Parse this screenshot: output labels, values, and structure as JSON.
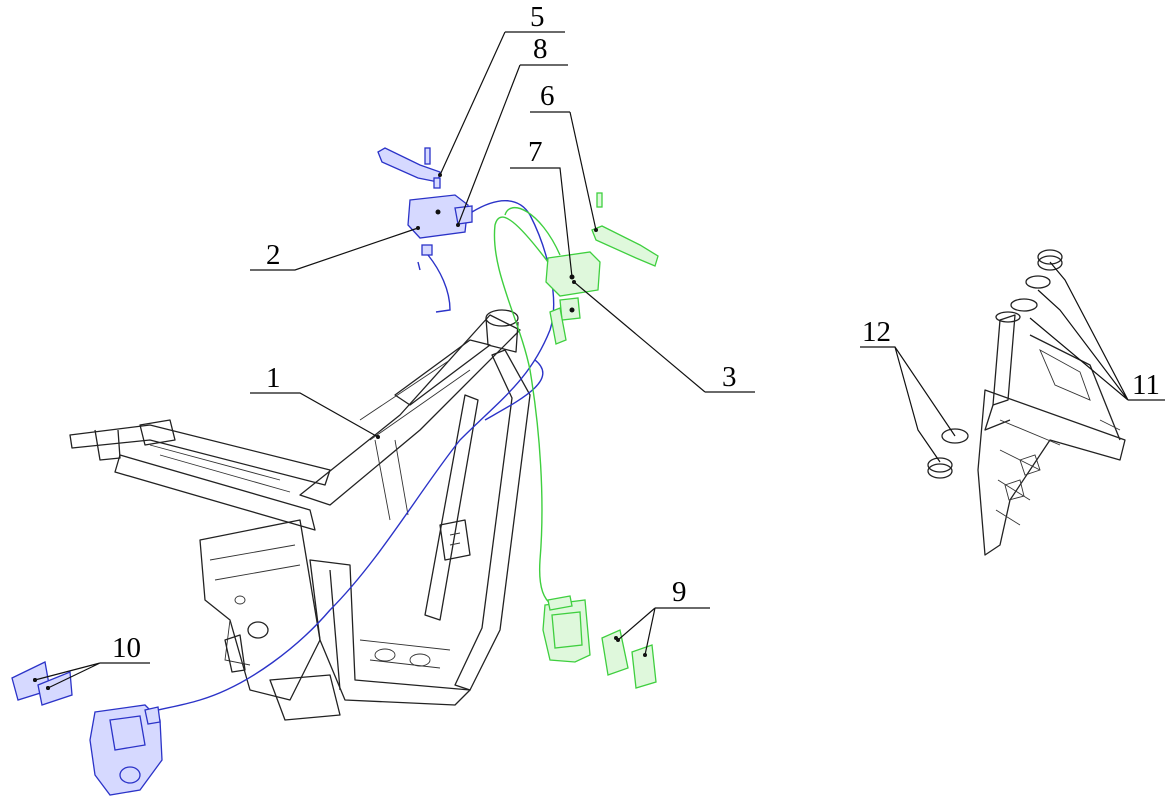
{
  "diagram": {
    "colors": {
      "frame": "#222222",
      "brake_left_circuit": "#2b33c8",
      "brake_right_circuit": "#3fcf3f",
      "callout_text": "#000000"
    },
    "callouts": [
      {
        "id": "1",
        "label": "1"
      },
      {
        "id": "2",
        "label": "2"
      },
      {
        "id": "3",
        "label": "3"
      },
      {
        "id": "5",
        "label": "5"
      },
      {
        "id": "6",
        "label": "6"
      },
      {
        "id": "7",
        "label": "7"
      },
      {
        "id": "8",
        "label": "8"
      },
      {
        "id": "9",
        "label": "9"
      },
      {
        "id": "10",
        "label": "10"
      },
      {
        "id": "11",
        "label": "11"
      },
      {
        "id": "12",
        "label": "12"
      }
    ]
  }
}
